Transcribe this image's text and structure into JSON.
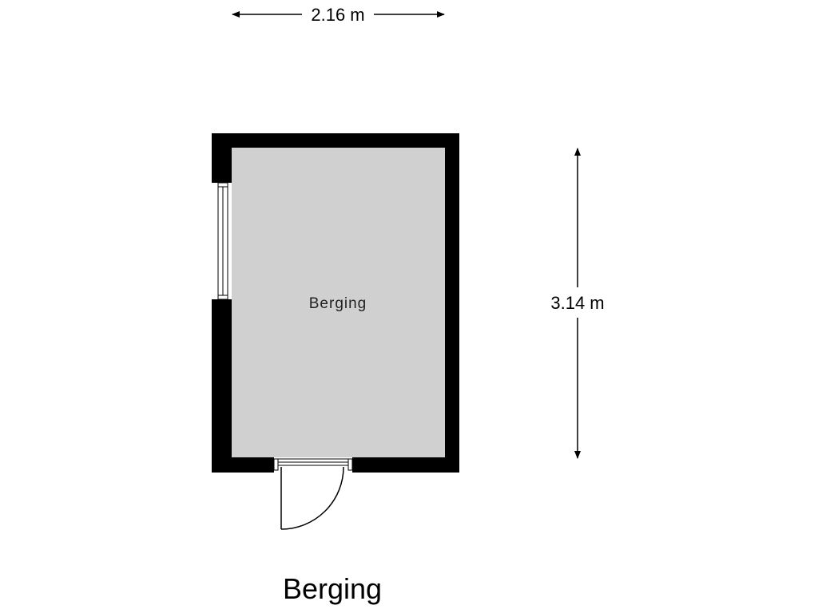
{
  "dimensions": {
    "width_label": "2.16 m",
    "height_label": "3.14 m"
  },
  "room": {
    "name": "Berging"
  },
  "plan": {
    "title": "Berging"
  },
  "colors": {
    "wall": "#000000",
    "floor": "#d0d0d0",
    "background": "#ffffff",
    "line": "#000000"
  }
}
